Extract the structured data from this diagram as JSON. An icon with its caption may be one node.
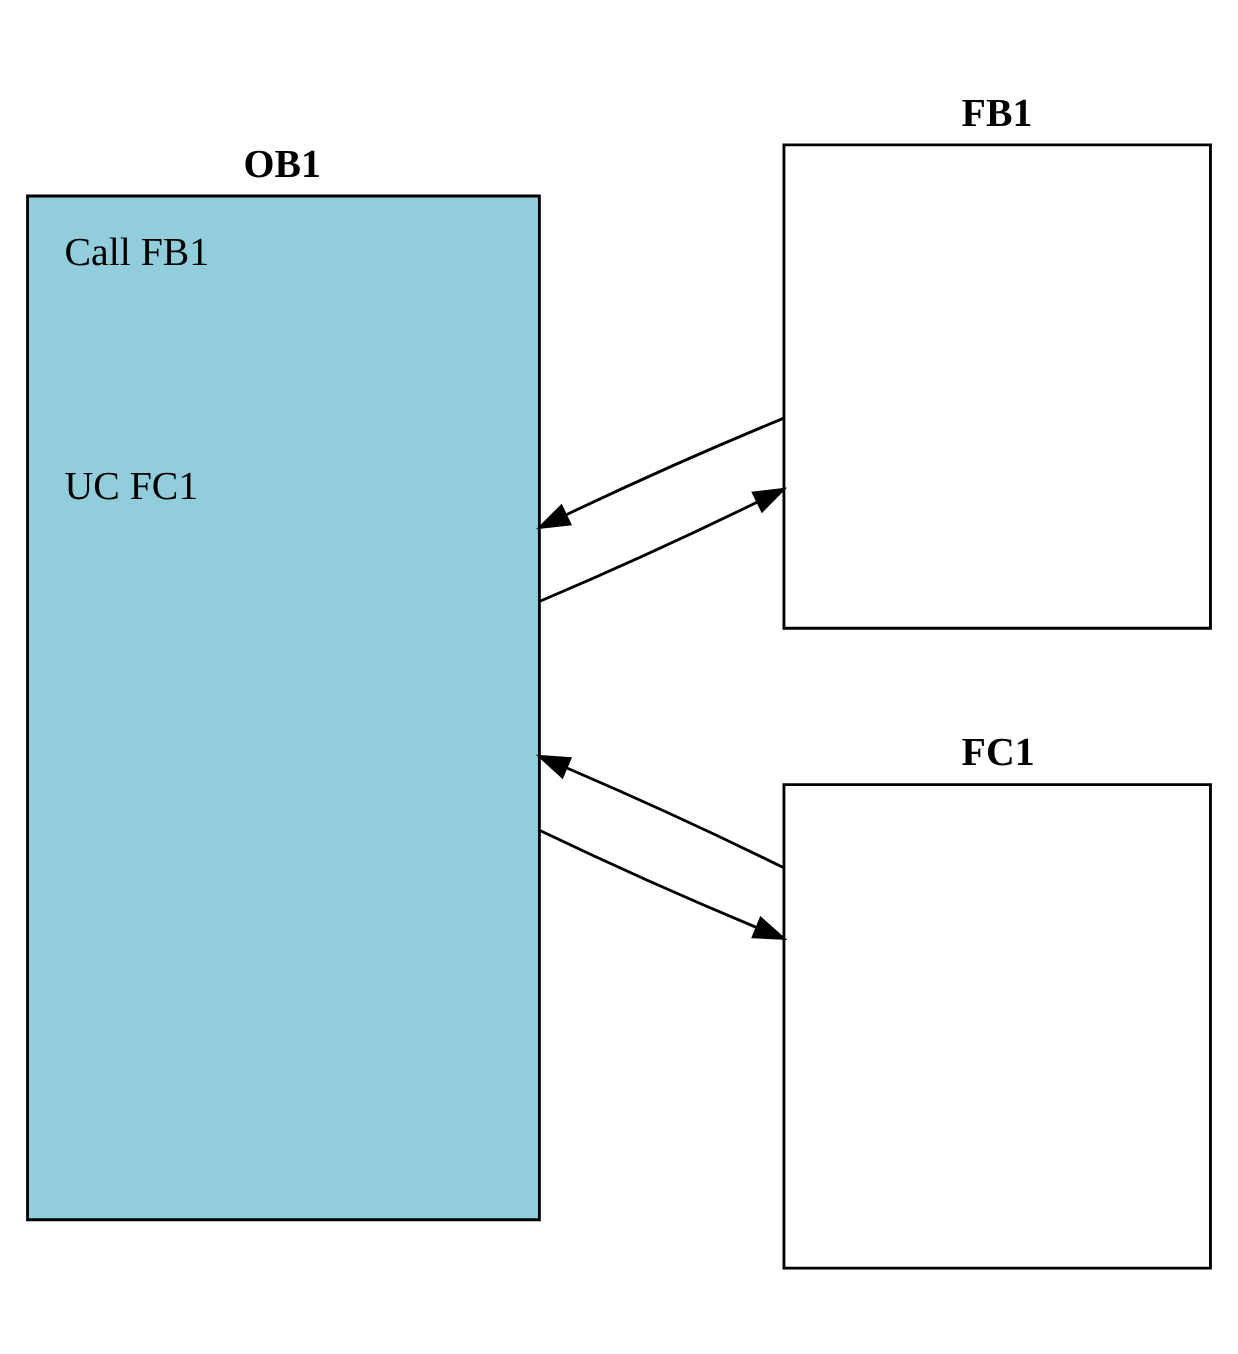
{
  "diagram": {
    "nodes": [
      {
        "text": [
          "OB1",
          "Call FB1",
          "UC FC1"
        ]
      },
      {
        "text": [
          "FB1"
        ]
      },
      {
        "text": [
          "FC1"
        ]
      }
    ],
    "edges": [
      {
        "from": 0,
        "to": 1,
        "arrow": "to"
      },
      {
        "from": 1,
        "to": 0,
        "arrow": "to"
      },
      {
        "from": 0,
        "to": 2,
        "arrow": "to"
      },
      {
        "from": 2,
        "to": 0,
        "arrow": "to"
      }
    ]
  }
}
